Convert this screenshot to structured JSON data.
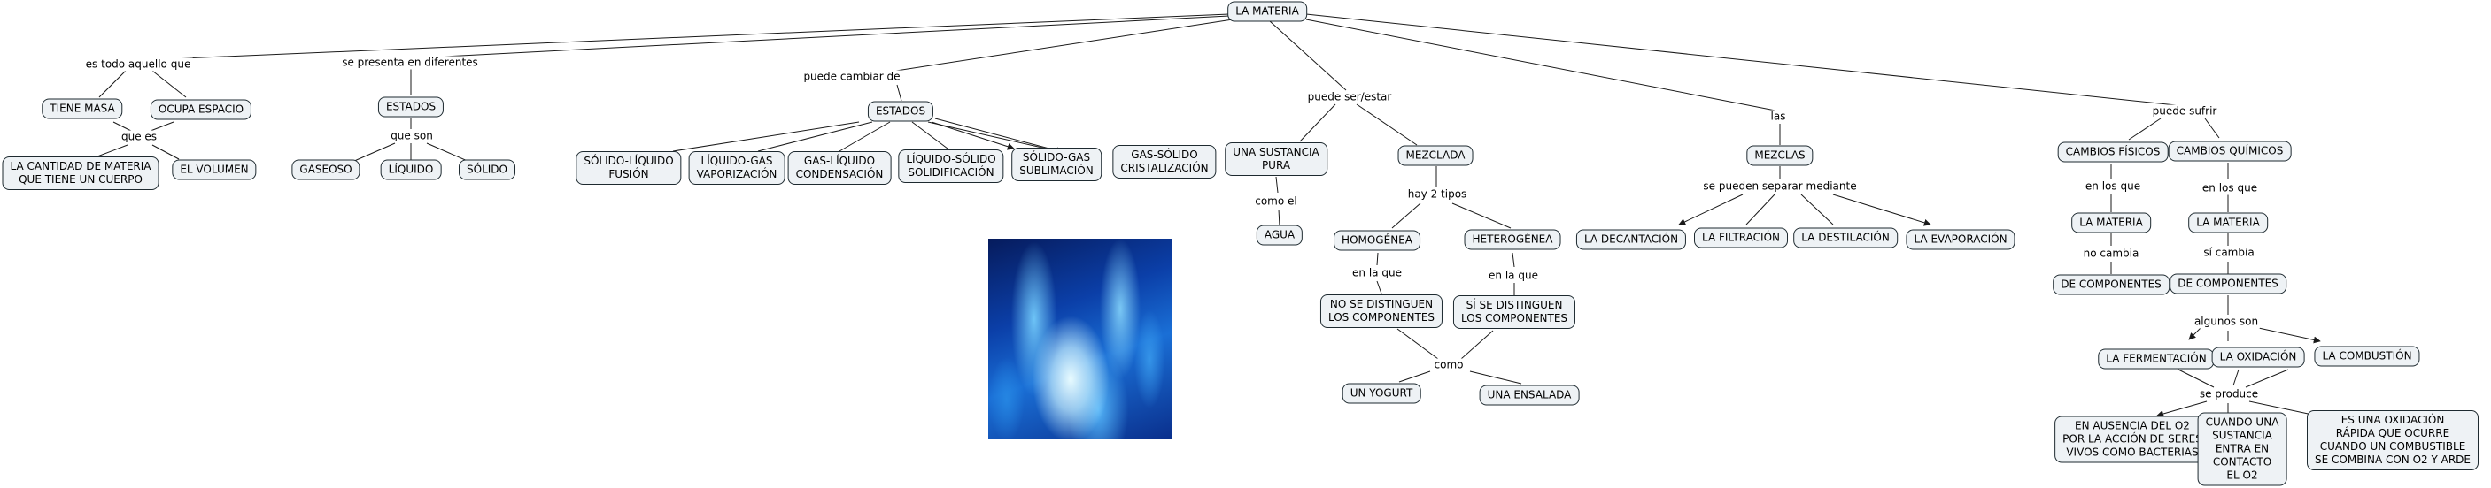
{
  "nodes": {
    "materia": "LA MATERIA",
    "tiene_masa": "TIENE MASA",
    "ocupa_espacio": "OCUPA ESPACIO",
    "cantidad_materia": "LA CANTIDAD DE MATERIA\nQUE TIENE UN CUERPO",
    "volumen": "EL VOLUMEN",
    "estados_1": "ESTADOS",
    "gaseoso": "GASEOSO",
    "liquido": "LÍQUIDO",
    "solido": "SÓLIDO",
    "estados_2": "ESTADOS",
    "solido_liquido": "SÓLIDO-LÍQUIDO\nFUSIÓN",
    "liquido_gas": "LÍQUIDO-GAS\nVAPORIZACIÓN",
    "gas_liquido": "GAS-LÍQUIDO\nCONDENSACIÓN",
    "liquido_solido": "LÍQUIDO-SÓLIDO\nSOLIDIFICACIÓN",
    "solido_gas": "SÓLIDO-GAS\nSUBLIMACIÓN",
    "gas_solido": "GAS-SÓLIDO\nCRISTALIZACIÓN",
    "sustancia_pura": "UNA SUSTANCIA\nPURA",
    "agua": "AGUA",
    "mezclada": "MEZCLADA",
    "homogenea": "HOMOGÉNEA",
    "heterogenea": "HETEROGÉNEA",
    "no_distinguen": "NO SE DISTINGUEN\nLOS COMPONENTES",
    "si_distinguen": "SÍ SE DISTINGUEN\nLOS COMPONENTES",
    "yogurt": "UN YOGURT",
    "ensalada": "UNA ENSALADA",
    "mezclas": "MEZCLAS",
    "decantacion": "LA DECANTACIÓN",
    "filtracion": "LA FILTRACIÓN",
    "destilacion": "LA DESTILACIÓN",
    "evaporacion": "LA EVAPORACIÓN",
    "cambios_fisicos": "CAMBIOS FÍSICOS",
    "cambios_quimicos": "CAMBIOS QUÍMICOS",
    "materia_2": "LA MATERIA",
    "materia_3": "LA MATERIA",
    "de_componentes_1": "DE COMPONENTES",
    "de_componentes_2": "DE COMPONENTES",
    "fermentacion": "LA FERMENTACIÓN",
    "oxidacion": "LA OXIDACIÓN",
    "combustion": "LA COMBUSTIÓN",
    "ausencia_o2": "EN AUSENCIA DEL O2\nPOR LA ACCIÓN DE SERES\nVIVOS COMO BACTERIAS",
    "cuando_sustancia": "CUANDO UNA\nSUSTANCIA\nENTRA EN\nCONTACTO\nEL O2",
    "oxidacion_rapida": "ES UNA OXIDACIÓN\nRÁPIDA QUE OCURRE\nCUANDO UN COMBUSTIBLE\nSE COMBINA CON O2 Y ARDE"
  },
  "phrases": {
    "es_todo": "es todo aquello que",
    "que_es": "que es",
    "se_presenta": "se presenta en diferentes",
    "que_son": "que son",
    "puede_cambiar": "puede cambiar de",
    "puede_ser": "puede ser/estar",
    "como_el": "como el",
    "hay_2_tipos": "hay 2 tipos",
    "en_la_que_1": "en la que",
    "en_la_que_2": "en la que",
    "como": "como",
    "las": "las",
    "se_pueden_separar": "se pueden separar mediante",
    "puede_sufrir": "puede sufrir",
    "en_los_que_1": "en los que",
    "en_los_que_2": "en los que",
    "no_cambia": "no cambia",
    "si_cambia": "sí cambia",
    "algunos_son": "algunos son",
    "se_produce": "se produce"
  },
  "images": {
    "blue_fire": "blue-fire-image"
  },
  "colors": {
    "node_fill": "#eef2f5",
    "node_border": "#1e2a30",
    "line": "#1a1a1a"
  }
}
